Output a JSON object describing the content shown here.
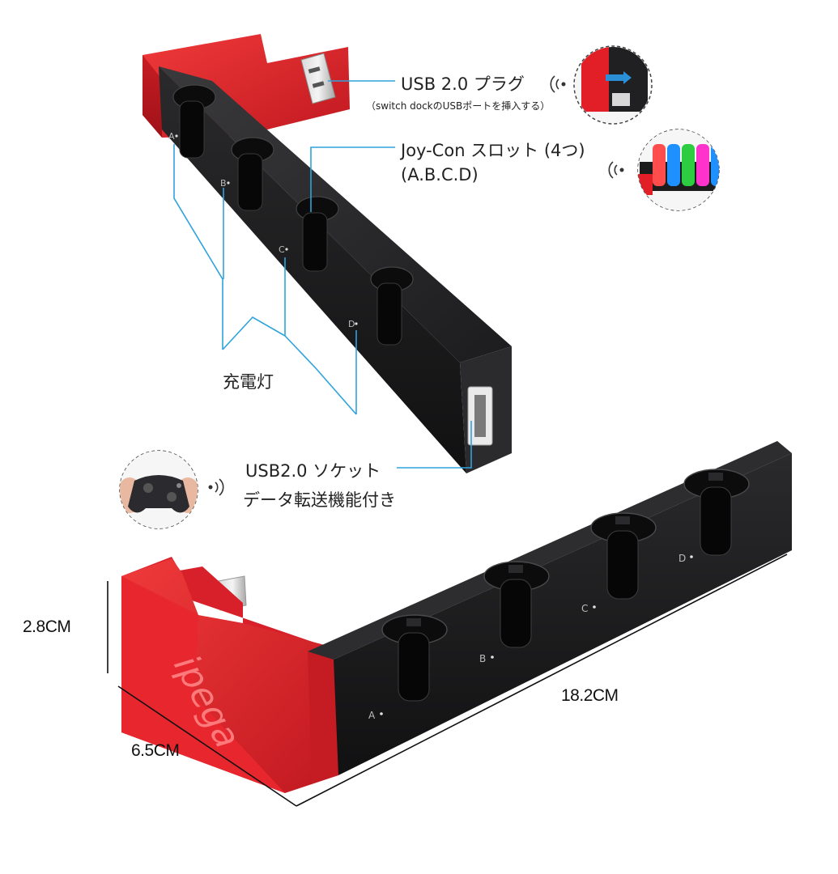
{
  "callouts": {
    "usb_plug": {
      "title": "USB 2.0 プラグ",
      "subtitle": "（switch dockのUSBポートを挿入する）"
    },
    "joycon_slots": {
      "title": "Joy-Con スロット (4つ)",
      "subtitle": "(A.B.C.D)"
    },
    "charge_light": {
      "title": "充電灯"
    },
    "usb_socket": {
      "title": "USB2.0 ソケット",
      "subtitle": "データ転送機能付き"
    }
  },
  "slot_letters": [
    "A",
    "B",
    "C",
    "D"
  ],
  "brand_logo": "ipega",
  "dimensions": {
    "height": "2.8CM",
    "depth": "6.5CM",
    "length": "18.2CM"
  },
  "colors": {
    "dock_red": "#e8232b",
    "dock_black": "#1b1b1d",
    "callout_line": "#2fa3dc"
  },
  "icons": [
    "wireless-signal-icon",
    "wireless-signal-icon",
    "wireless-signal-icon"
  ]
}
